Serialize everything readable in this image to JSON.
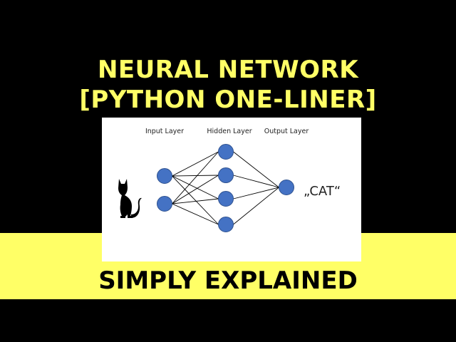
{
  "colors": {
    "background": "#000000",
    "accent_yellow": "#ffff66",
    "node_fill": "#4472c4",
    "node_stroke": "#2f528f",
    "edge": "#000000"
  },
  "header": {
    "title_line1": "NEURAL NETWORK",
    "title_line2": "[PYTHON ONE-LINER]"
  },
  "diagram": {
    "layers": [
      {
        "label": "Input Layer",
        "nodes": 2
      },
      {
        "label": "Hidden Layer",
        "nodes": 4
      },
      {
        "label": "Output Layer",
        "nodes": 1
      }
    ],
    "input_icon": "cat-icon",
    "output_text": "„CAT“"
  },
  "footer": {
    "subtitle": "SIMPLY EXPLAINED"
  }
}
